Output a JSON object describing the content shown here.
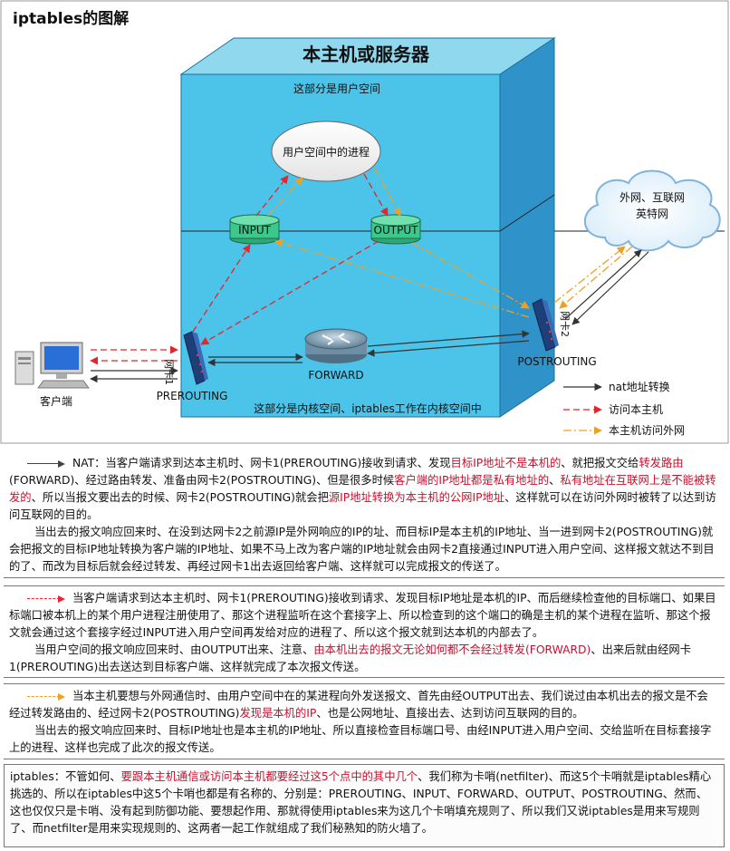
{
  "title": "iptables的图解",
  "server_box": {
    "title": "本主机或服务器",
    "user_space_label": "这部分是用户空间",
    "kernel_space_label": "这部分是内核空间、iptables工作在内核空间中",
    "process_label": "用户空间中的进程"
  },
  "nodes": {
    "input": "INPUT",
    "output": "OUTPUT",
    "forward": "FORWARD",
    "prerouting": "PREROUTING",
    "postrouting": "POSTROUTING",
    "client": "客户端",
    "nic1": "网卡1",
    "nic2": "网卡2",
    "cloud_line1": "外网、互联网",
    "cloud_line2": "英特网"
  },
  "legend": {
    "nat": "nat地址转换",
    "local_access": "访问本主机",
    "local_out": "本主机访问外网"
  },
  "colors": {
    "box_front": "#4cc3e8",
    "box_top": "#8fd8ee",
    "box_side": "#2f93c9",
    "red_arrow": "#e3262b",
    "orange_arrow": "#f0a020",
    "green_node": "#3cc88a"
  },
  "panels": {
    "nat": {
      "p1": [
        {
          "t": "NAT：当客户端请求到达本主机时、网卡1(PREROUTING)接收到请求、发现",
          "c": ""
        },
        {
          "t": "目标IP地址不是本机的",
          "c": "red"
        },
        {
          "t": "、就把报文交给",
          "c": ""
        },
        {
          "t": "转发路由",
          "c": "red"
        },
        {
          "t": "(FORWARD)、经过路由转发、准备由网卡2(POSTROUTING)、但是很多时候",
          "c": ""
        },
        {
          "t": "客户端的IP地址都是私有地址的",
          "c": "red"
        },
        {
          "t": "、",
          "c": ""
        },
        {
          "t": "私有地址在互联网上是不能被转发的",
          "c": "red"
        },
        {
          "t": "、所以当报文要出去的时候、网卡2(POSTROUTING)就会把",
          "c": ""
        },
        {
          "t": "源IP地址转换为本主机的公网IP地址",
          "c": "red"
        },
        {
          "t": "、这样就可以在访问外网时被转了以达到访问互联网的目的。",
          "c": ""
        }
      ],
      "p2": "当出去的报文响应回来时、在没到达网卡2之前源IP是外网响应的IP的址、而目标IP是本主机的IP地址、当一进到网卡2(POSTROUTING)就会把报文的目标IP地址转换为客户端的IP地址、如果不马上改为客户端的IP地址就会由网卡2直接通过INPUT进入用户空间、这样报文就达不到目的了、而改为目标后就会经过转发、再经过网卡1出去返回给客户端、这样就可以完成报文的传送了。"
    },
    "local": {
      "p1": "当客户端请求到达本主机时、网卡1(PREROUTING)接收到请求、发现目标IP地址是本机的IP、而后继续检查他的目标端口、如果目标端口被本机上的某个用户进程注册使用了、那这个进程监听在这个套接字上、所以检查到的这个端口的确是主机的某个进程在监听、那这个报文就会通过这个套接字经过INPUT进入用户空间再发给对应的进程了、所以这个报文就到达本机的内部去了。",
      "p2": [
        {
          "t": "当用户空间的报文响应回来时、由OUTPUT出来、注意、",
          "c": ""
        },
        {
          "t": "由本机出去的报文无论如何都不会经过转发(FORWARD)",
          "c": "red"
        },
        {
          "t": "、出来后就由经网卡1(PREROUTING)出去送达到目标客户端、这样就完成了本次报文传送。",
          "c": ""
        }
      ]
    },
    "out": {
      "p1": [
        {
          "t": "当本主机要想与外网通信时、由用户空间中在的某进程向外发送报文、首先由经OUTPUT出去、我们说过由本机出去的报文是不会经过转发路由的、经过网卡2(POSTROUTING)",
          "c": ""
        },
        {
          "t": "发现是本机的IP",
          "c": "red"
        },
        {
          "t": "、也是公网地址、直接出去、达到访问互联网的目的。",
          "c": ""
        }
      ],
      "p2": "当出去的报文响应回来时、目标IP地址也是本主机的IP地址、所以直接检查目标端口号、由经INPUT进入用户空间、交给监听在目标套接字上的进程、这样也完成了此次的报文传送。"
    },
    "summary": {
      "p1": [
        {
          "t": "iptables：不管如何、",
          "c": ""
        },
        {
          "t": "要跟本主机通信或访问本主机都要经过这5个点中的其中几个",
          "c": "red"
        },
        {
          "t": "、我们称为卡哨(netfilter)、而这5个卡哨就是iptables精心挑选的、所以在iptables中这5个卡哨也都是有名称的、分别是：PREROUTING、INPUT、FORWARD、OUTPUT、POSTROUTING、然而、这也仅仅只是卡哨、没有起到防御功能、要想起作用、那就得使用iptables来为这几个卡哨填充规则了、所以我们又说iptables是用来写规则了、而netfilter是用来实现规则的、这两者一起工作就组成了我们秘熟知的防火墙了。",
          "c": ""
        }
      ]
    }
  }
}
